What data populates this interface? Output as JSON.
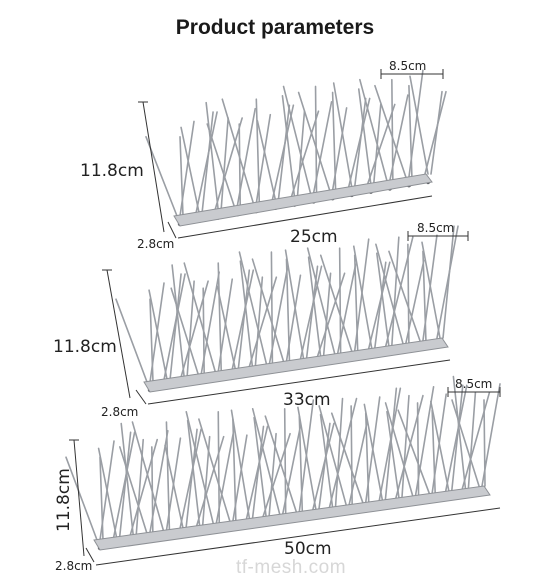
{
  "title": "Product parameters",
  "watermark": "tf-mesh.com",
  "colors": {
    "strip": "#c9cbcf",
    "spike": "#9a9ea4",
    "dimension": "#333333"
  },
  "products": [
    {
      "length_label": "25cm",
      "height_label": "11.8cm",
      "width_label": "2.8cm",
      "spacing_label": "8.5cm"
    },
    {
      "length_label": "33cm",
      "height_label": "11.8cm",
      "width_label": "2.8cm",
      "spacing_label": "8.5cm"
    },
    {
      "length_label": "50cm",
      "height_label": "11.8cm",
      "width_label": "2.8cm",
      "spacing_label": "8.5cm"
    }
  ]
}
